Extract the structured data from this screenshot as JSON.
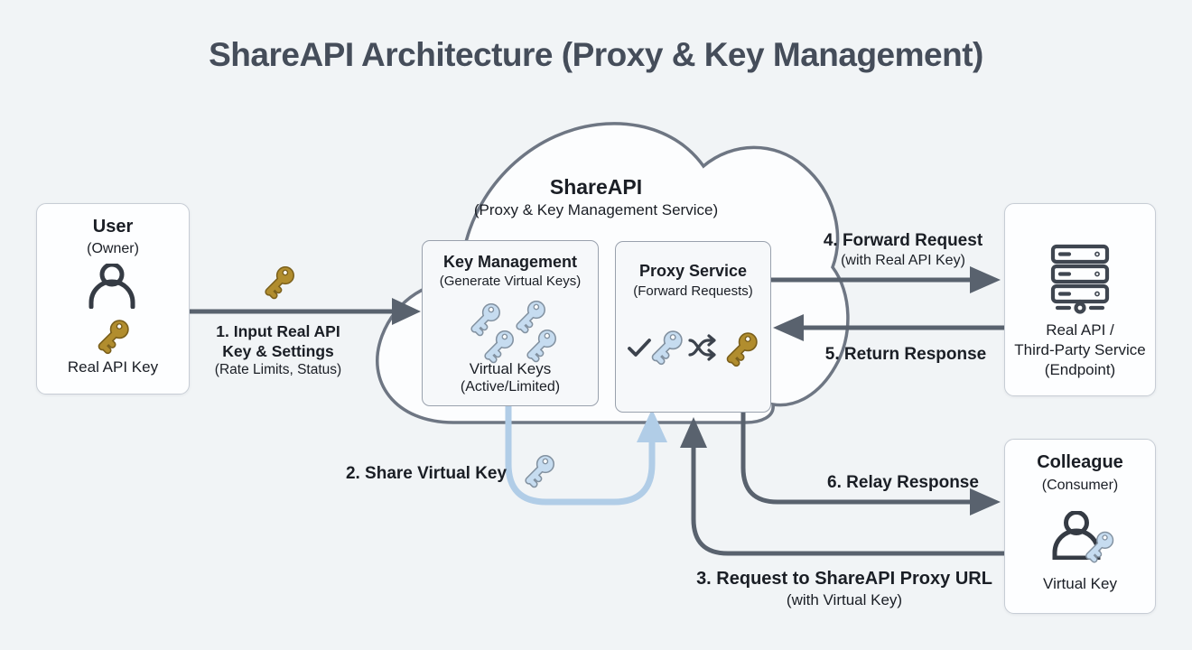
{
  "title": "ShareAPI Architecture (Proxy & Key Management)",
  "nodes": {
    "user": {
      "title": "User",
      "subtitle": "(Owner)",
      "caption": "Real API Key"
    },
    "cloud": {
      "title": "ShareAPI",
      "subtitle": "(Proxy & Key Management Service)"
    },
    "key_management": {
      "title": "Key Management",
      "subtitle": "(Generate Virtual Keys)",
      "caption_line1": "Virtual Keys",
      "caption_line2": "(Active/Limited)"
    },
    "proxy_service": {
      "title": "Proxy Service",
      "subtitle": "(Forward Requests)"
    },
    "real_api": {
      "line1": "Real API /",
      "line2": "Third-Party Service",
      "line3": "(Endpoint)"
    },
    "colleague": {
      "title": "Colleague",
      "subtitle": "(Consumer)",
      "caption": "Virtual Key"
    }
  },
  "edges": {
    "e1": {
      "line1": "1. Input Real API",
      "line2": "Key & Settings",
      "line3": "(Rate Limits, Status)"
    },
    "e2": {
      "label": "2. Share Virtual Key"
    },
    "e3": {
      "line1": "3. Request to ShareAPI Proxy URL",
      "line2": "(with Virtual Key)"
    },
    "e4": {
      "line1": "4. Forward Request",
      "line2": "(with Real API Key)"
    },
    "e5": {
      "label": "5. Return Response"
    },
    "e6": {
      "label": "6. Relay Response"
    }
  },
  "icons": {
    "owner_badge": "person-icon",
    "real_api_key": "gold-key-icon",
    "virtual_key": "blue-key-icon",
    "server": "server-stack-icon",
    "validate": "check-icon",
    "swap": "shuffle-icon",
    "consumer_badge": "person-with-key-icon"
  },
  "colors": {
    "background": "#f1f4f6",
    "arrow_dark": "#59626e",
    "arrow_blue": "#b1cde7",
    "gold_key": "#b18d2e",
    "blue_key": "#c6dcf0",
    "node_border": "#c7cdd5",
    "inner_border": "#99a1ad",
    "cloud_border": "#6e7683",
    "text": "#1a1e25",
    "title": "#454d5a"
  }
}
